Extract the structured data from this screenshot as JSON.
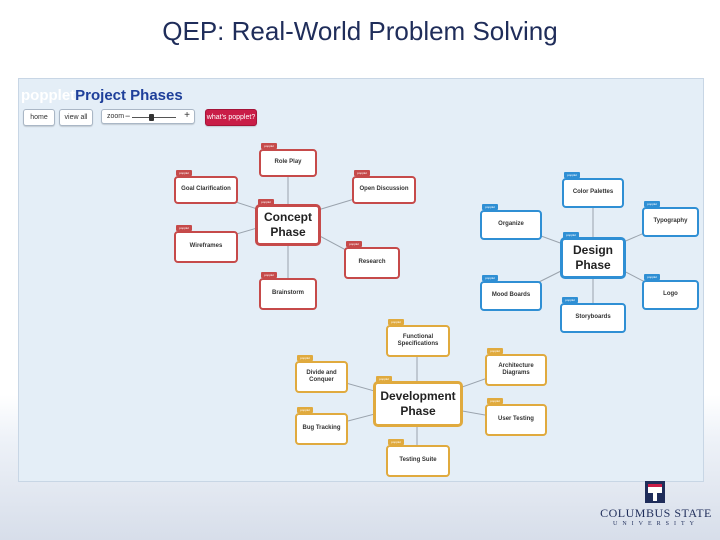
{
  "slide": {
    "title": "QEP:  Real-World Problem Solving"
  },
  "app": {
    "logo_text": "popplet",
    "board_title": "Project Phases",
    "toolbar": {
      "home": "home",
      "view_all": "view all",
      "zoom": "zoom",
      "zoom_minus": "−",
      "zoom_plus": "+",
      "whats_popplet": "what's popplet?"
    },
    "node_tag": "popplet",
    "concept": {
      "main": "Concept Phase",
      "role_play": "Role Play",
      "goal_clarification": "Goal Clarification",
      "open_discussion": "Open Discussion",
      "wireframes": "Wireframes",
      "research": "Research",
      "brainstorm": "Brainstorm"
    },
    "design": {
      "main": "Design Phase",
      "color_palettes": "Color Palettes",
      "organize": "Organize",
      "typography": "Typography",
      "mood_boards": "Mood Boards",
      "logo": "Logo",
      "storyboards": "Storyboards"
    },
    "development": {
      "main": "Development Phase",
      "functional_specifications": "Functional Specifications",
      "divide_and_conquer": "Divide and Conquer",
      "architecture_diagrams": "Architecture Diagrams",
      "bug_tracking": "Bug Tracking",
      "user_testing": "User Testing",
      "testing_suite": "Testing Suite"
    },
    "colors": {
      "concept": "#c64a4a",
      "design": "#2f8fd4",
      "development": "#e0aa3e",
      "accent": "#c91d47",
      "board_bg": "#e4eef7"
    }
  },
  "footer": {
    "university_name": "COLUMBUS STATE",
    "university_sub": "UNIVERSITY"
  }
}
